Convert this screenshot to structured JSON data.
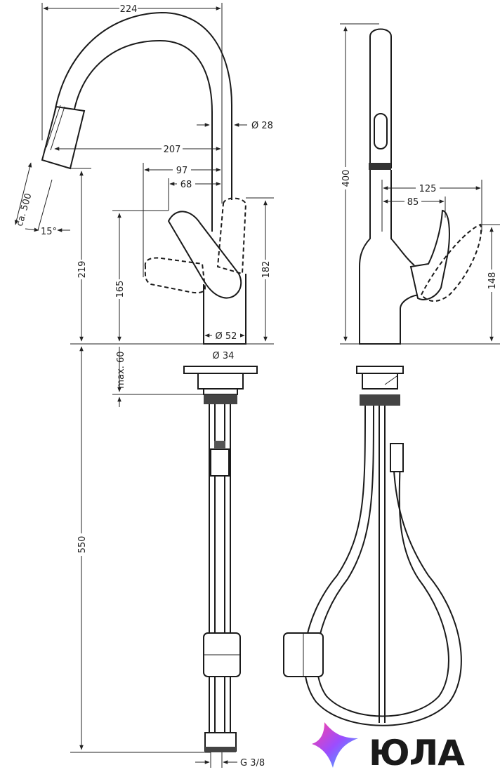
{
  "dimensions": {
    "d224": "224",
    "d28": "Ø 28",
    "d207": "207",
    "d97": "97",
    "d68": "68",
    "dca500": "ca. 500",
    "d15": "15°",
    "d219": "219",
    "d165": "165",
    "d182": "182",
    "d52": "Ø 52",
    "d34": "Ø 34",
    "dmax60": "max. 60",
    "d550": "550",
    "dG38": "G 3/8",
    "d400": "400",
    "d125": "125",
    "d85": "85",
    "d148": "148"
  },
  "logo": {
    "text": "ЮЛА",
    "gradient_colors": [
      "#ff3fa0",
      "#9b4dff",
      "#2fc8ff"
    ]
  }
}
